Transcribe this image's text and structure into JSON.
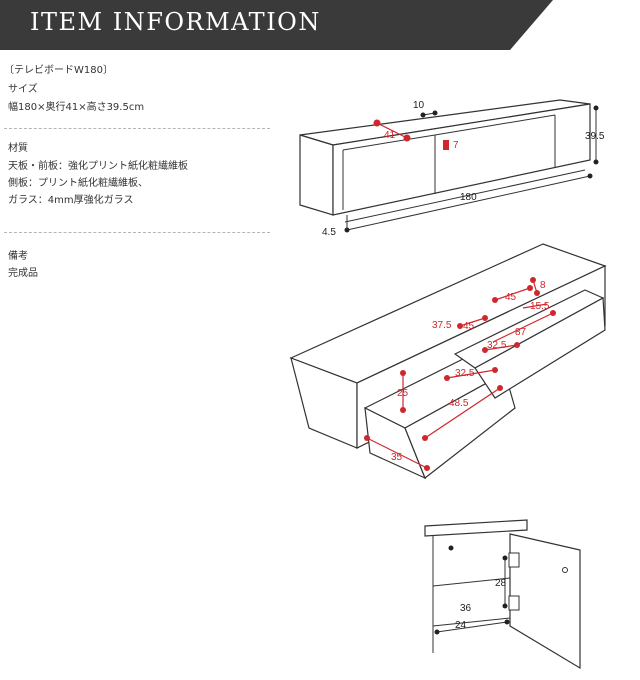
{
  "banner": {
    "title": "ITEM INFORMATION"
  },
  "product": {
    "name": "〔テレビボードW180〕"
  },
  "size": {
    "heading": "サイズ",
    "value": "幅180×奥行41×高さ39.5cm"
  },
  "material": {
    "heading": "材質",
    "lines": [
      "天板・前板：強化プリント紙化粧繊維板",
      "側板：プリント紙化粧繊維板、",
      "ガラス：4mm厚強化ガラス"
    ]
  },
  "notes": {
    "heading": "備考",
    "value": "完成品"
  },
  "diagram1": {
    "width": "180",
    "depth": "41",
    "height": "39.5",
    "leg": "4.5",
    "top": "10",
    "front": "7"
  },
  "diagram2": {
    "d1": "45",
    "d2": "8",
    "d3": "15.5",
    "d4": "37.5",
    "d5": "45",
    "d6": "87",
    "d7": "32.5",
    "d8": "32.5",
    "d9": "25",
    "d10": "48.5",
    "d11": "35"
  },
  "diagram3": {
    "h": "28",
    "w1": "36",
    "w2": "24"
  },
  "colors": {
    "accent": "#d0262c",
    "banner": "#3a3a3a"
  }
}
